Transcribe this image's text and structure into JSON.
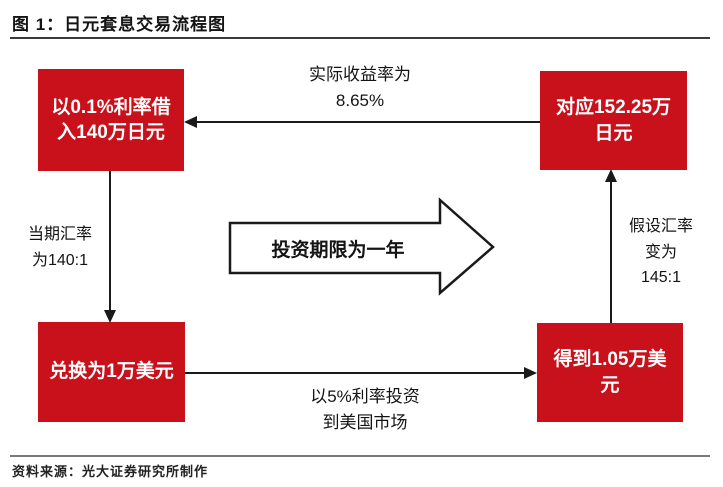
{
  "page": {
    "title": "图 1：日元套息交易流程图",
    "source": "资料来源：光大证券研究所制作"
  },
  "boxes": {
    "top_left": "以0.1%利率借\n入140万日元",
    "top_right": "对应152.25万\n日元",
    "bottom_left": "兑换为1万美元",
    "bottom_right": "得到1.05万美\n元"
  },
  "labels": {
    "top": "实际收益率为\n8.65%",
    "left": "当期汇率\n为140:1",
    "right": "假设汇率\n变为\n145:1",
    "bottom": "以5%利率投资\n到美国市场",
    "center": "投资期限为一年"
  },
  "colors": {
    "box_red": "#C9111C",
    "box_text": "#FFFFFF",
    "line": "#1A1A1A"
  }
}
